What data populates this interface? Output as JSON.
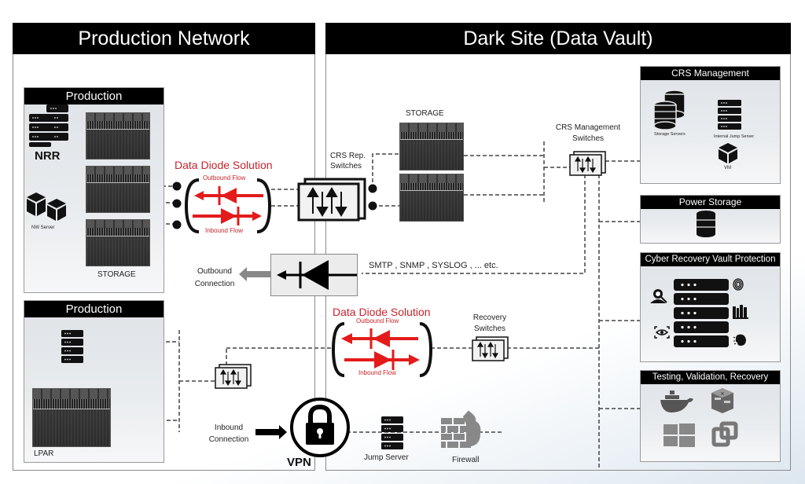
{
  "production_network": {
    "title": "Production Network",
    "production_top": {
      "title": "Production",
      "nrr_label": "NRR",
      "nw_server_label": "NW Server",
      "storage_label": "STORAGE"
    },
    "production_bottom": {
      "title": "Production",
      "lpar_label": "LPAR"
    },
    "data_diode_top": {
      "title": "Data Diode Solution",
      "outbound_label": "Outbound Flow",
      "inbound_label": "Inbound Flow"
    },
    "outbound_connection_label": "Outbound Connection",
    "inbound_connection_label": "Inbound Connection",
    "vpn_label": "VPN"
  },
  "dark_site": {
    "title": "Dark Site (Data Vault)",
    "crs_rep_switches_label": "CRS Rep. Switches",
    "storage_label": "STORAGE",
    "crs_mgmt_switches_label": "CRS Management Switches",
    "protocols_label": "SMTP , SNMP , SYSLOG , ... etc.",
    "data_diode_bottom": {
      "title": "Data Diode Solution",
      "outbound_label": "Outbound Flow",
      "inbound_label": "Inbound Flow"
    },
    "recovery_switches_label": "Recovery Switches",
    "jump_server_label": "Jump Server",
    "firewall_label": "Firewall",
    "crs_management": {
      "title": "CRS Management",
      "storage_servers_label": "Storage Servers",
      "internal_jump_server_label": "Internal Jump  Server",
      "vm_label": "VM"
    },
    "power_storage": {
      "title": "Power Storage"
    },
    "cyber_recovery": {
      "title": "Cyber Recovery Vault Protection"
    },
    "testing": {
      "title": "Testing, Validation, Recovery"
    }
  },
  "colors": {
    "diode_red": "#e31b1b",
    "title_red": "#c6242b",
    "header_black": "#000000"
  }
}
